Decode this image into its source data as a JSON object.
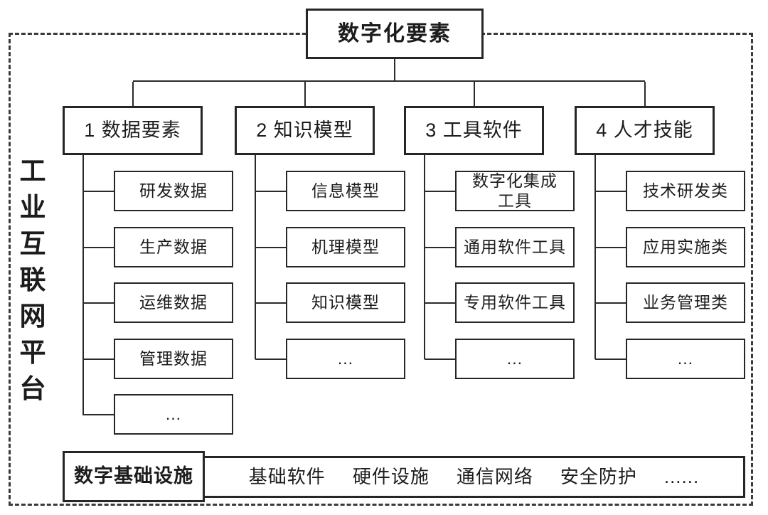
{
  "root": {
    "label": "数字化要素"
  },
  "platform": {
    "label": "工业互联网平台",
    "chars": [
      "工",
      "业",
      "互",
      "联",
      "网",
      "平",
      "台"
    ]
  },
  "columns": [
    {
      "header": "1 数据要素",
      "children": [
        "研发数据",
        "生产数据",
        "运维数据",
        "管理数据",
        "..."
      ]
    },
    {
      "header": "2 知识模型",
      "children": [
        "信息模型",
        "机理模型",
        "知识模型",
        "..."
      ]
    },
    {
      "header": "3 工具软件",
      "children": [
        "数字化集成\n工具",
        "通用软件工具",
        "专用软件工具",
        "..."
      ]
    },
    {
      "header": "4 人才技能",
      "children": [
        "技术研发类",
        "应用实施类",
        "业务管理类",
        "..."
      ]
    }
  ],
  "infrastructure": {
    "label": "数字基础设施",
    "items": [
      "基础软件",
      "硬件设施",
      "通信网络",
      "安全防护",
      "......"
    ]
  },
  "colors": {
    "line": "#2a2a2a",
    "background": "#ffffff",
    "text": "#1c1c1c",
    "dashed_border": "#3a3a3a"
  }
}
